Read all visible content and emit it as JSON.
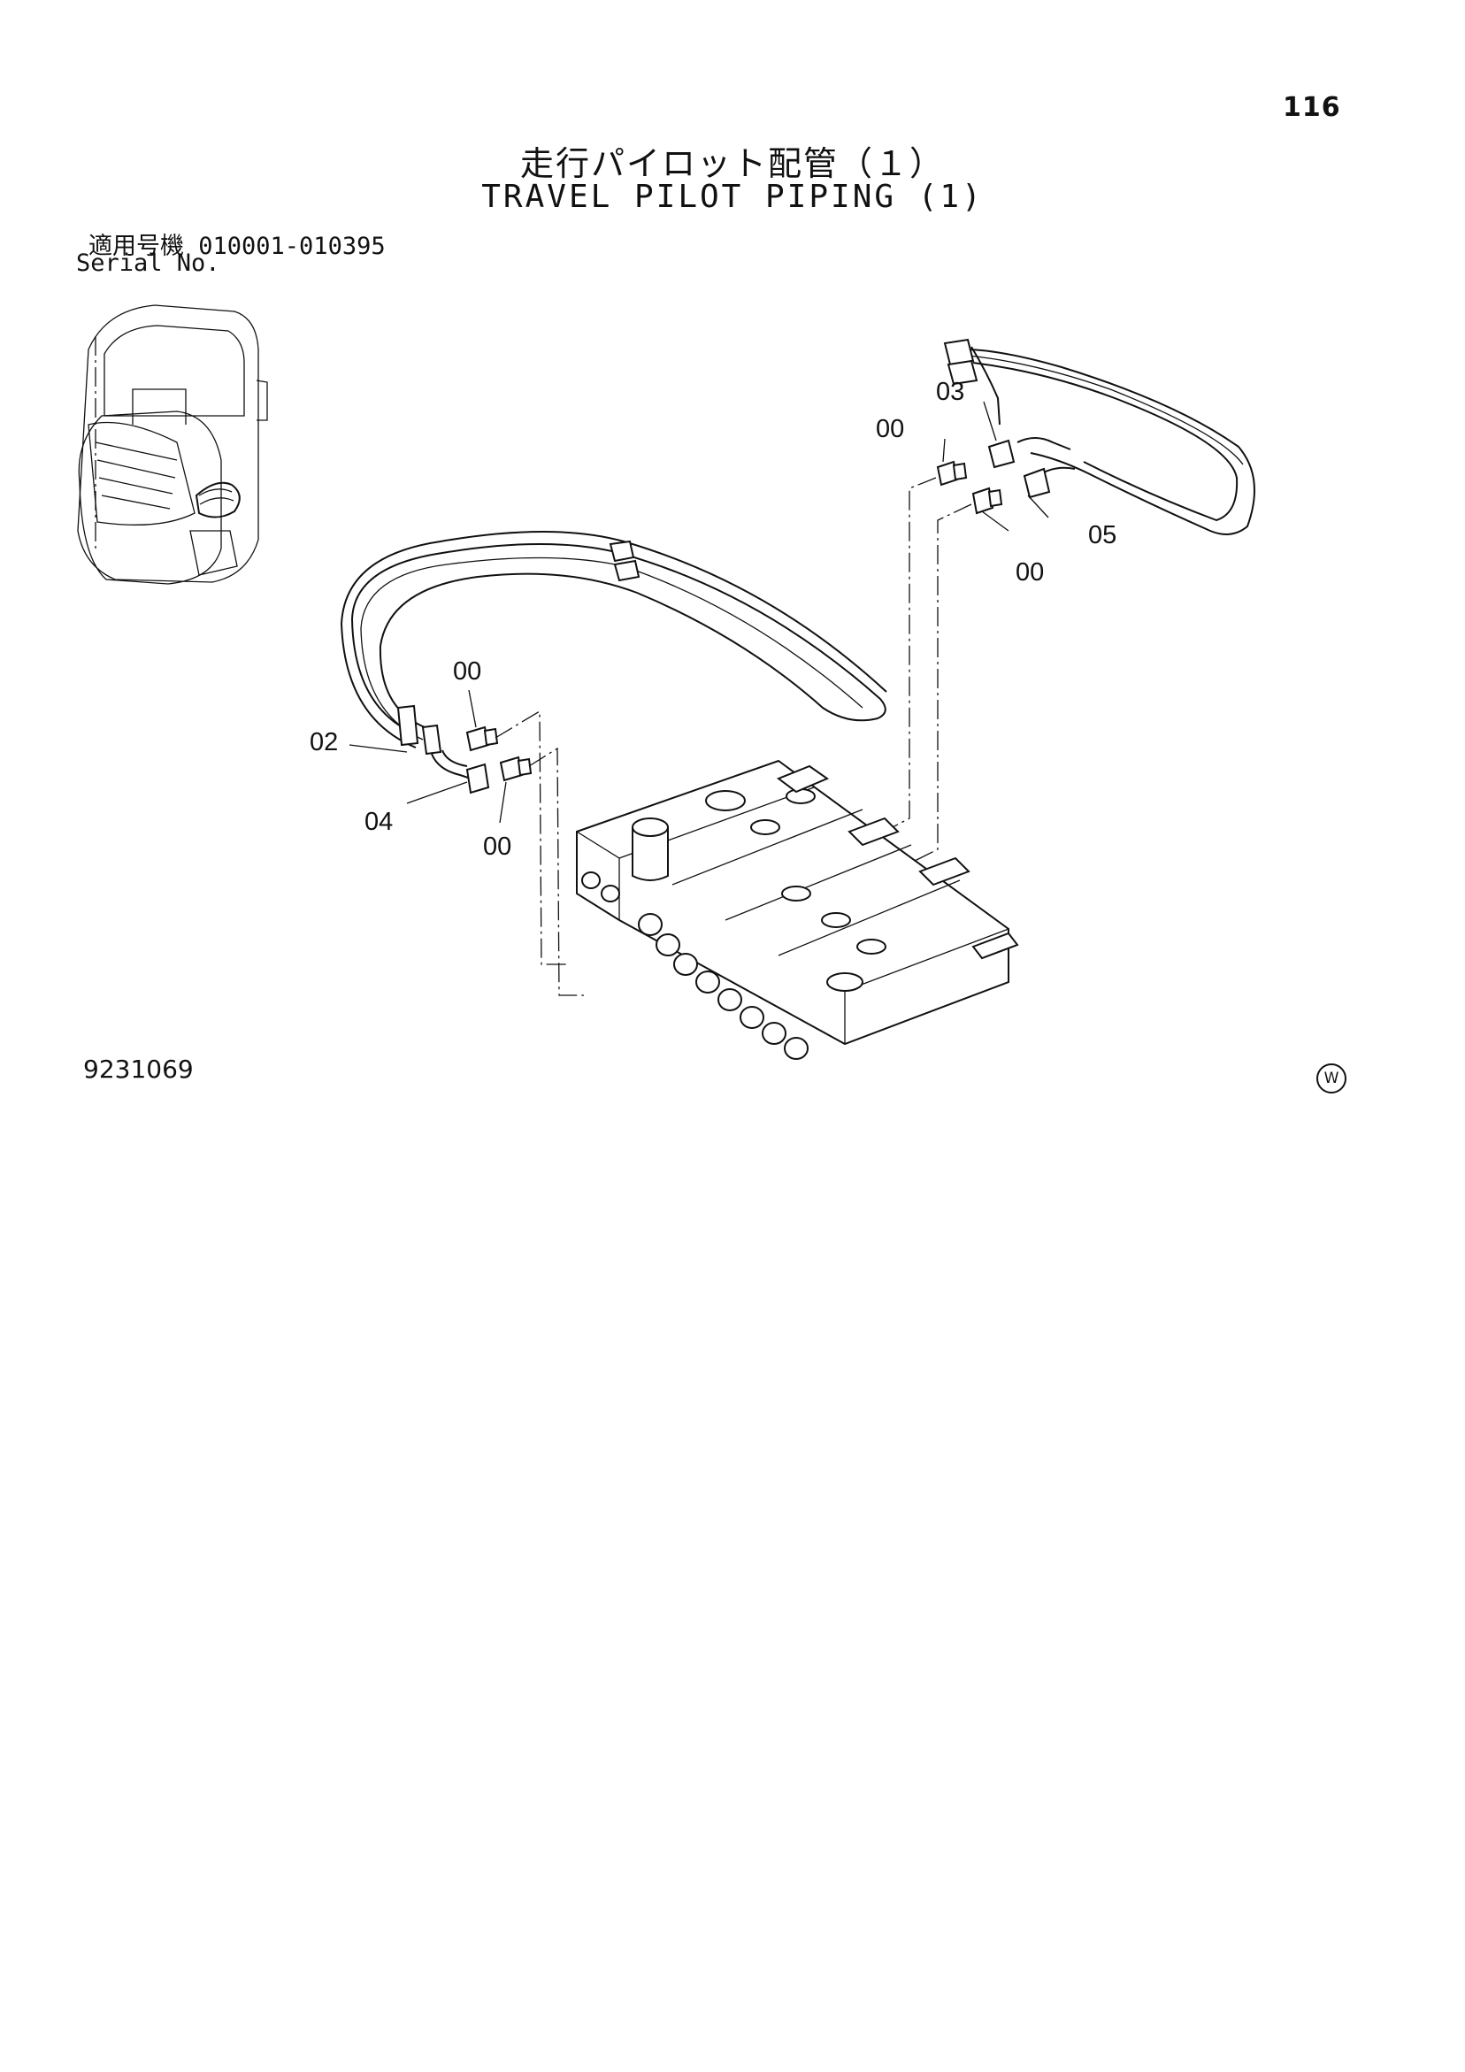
{
  "page": {
    "number": "116",
    "title_jp": "走行パイロット配管（１）",
    "title_en": "TRAVEL PILOT PIPING (1)",
    "serial_label_jp": "適用号機",
    "serial_range": "010001-010395",
    "serial_label_en": "Serial No.",
    "figure_number": "9231069",
    "copyright_mark": "W"
  },
  "callouts": [
    {
      "id": "callout-03",
      "text": "03"
    },
    {
      "id": "callout-00-top",
      "text": "00"
    },
    {
      "id": "callout-05",
      "text": "05"
    },
    {
      "id": "callout-00-right",
      "text": "00"
    },
    {
      "id": "callout-00-mid",
      "text": "00"
    },
    {
      "id": "callout-02",
      "text": "02"
    },
    {
      "id": "callout-04",
      "text": "04"
    },
    {
      "id": "callout-00-low",
      "text": "00"
    }
  ]
}
